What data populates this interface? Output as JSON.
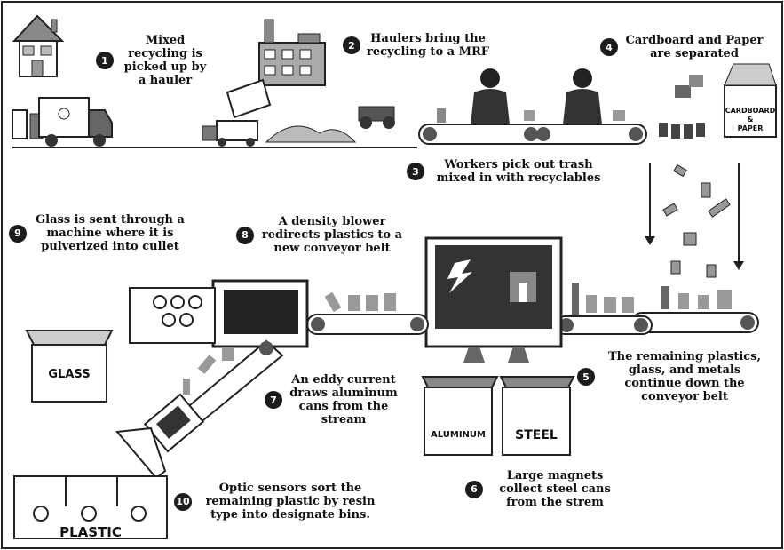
{
  "steps": [
    {
      "num": "1",
      "text": "Mixed recycling is picked up by a hauler"
    },
    {
      "num": "2",
      "text": "Haulers bring the recycling to a MRF"
    },
    {
      "num": "3",
      "text": "Workers pick out trash mixed in with recyclables"
    },
    {
      "num": "4",
      "text": "Cardboard and Paper are separated"
    },
    {
      "num": "5",
      "text": "The remaining plastics, glass, and metals continue down the conveyor belt"
    },
    {
      "num": "6",
      "text": "Large magnets collect steel cans from the strem"
    },
    {
      "num": "7",
      "text": "An eddy current draws aluminum cans from the stream"
    },
    {
      "num": "8",
      "text": "A density blower redirects plastics to a new conveyor belt"
    },
    {
      "num": "9",
      "text": "Glass is sent through a machine where it is pulverized into cullet"
    },
    {
      "num": "10",
      "text": "Optic sensors sort the remaining plastic by resin type into designate bins."
    }
  ],
  "bins": {
    "cardboard_line1": "CARDBOARD",
    "cardboard_amp": "&",
    "cardboard_line2": "PAPER",
    "glass": "GLASS",
    "aluminum": "ALUMINUM",
    "steel": "STEEL",
    "plastic": "PLASTIC"
  }
}
